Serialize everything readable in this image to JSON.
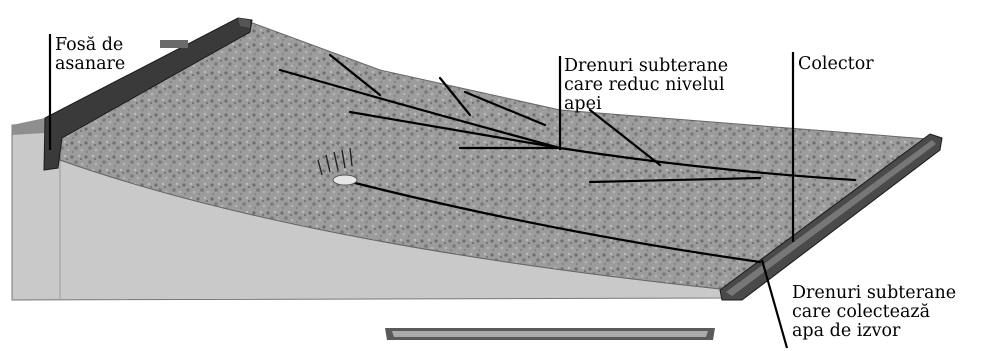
{
  "labels": {
    "fosa_de_asanare": "Fosă de\nasanare",
    "drenuri_nivel": "Drenuri subterane\ncare reduc nivelul\napei",
    "colector": "Colector",
    "drenuri_izvor": "Drenuri subterane\ncare colectează\napa de izvor"
  },
  "colors": {
    "terrain_surface": "#9a9a9a",
    "terrain_side": "#c8c8c8",
    "ditch": "#3a3a3a",
    "drain_lines": "#000000"
  }
}
